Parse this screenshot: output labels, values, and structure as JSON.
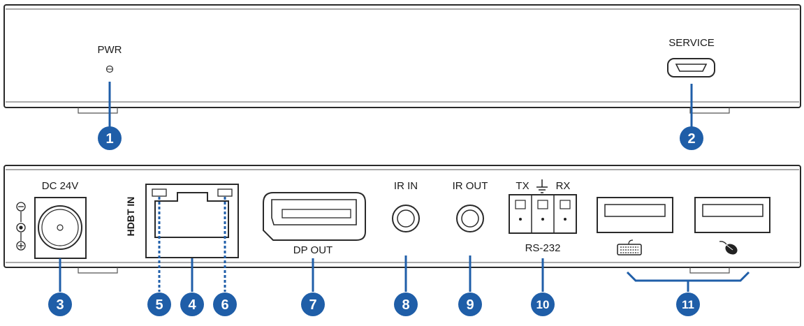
{
  "front_panel": {
    "pwr_label": "PWR",
    "service_label": "SERVICE"
  },
  "rear_panel": {
    "dc_label": "DC 24V",
    "hdbt_label": "HDBT IN",
    "dp_label": "DP OUT",
    "ir_in_label": "IR IN",
    "ir_out_label": "IR OUT",
    "tx_label": "TX",
    "rx_label": "RX",
    "rs232_label": "RS-232"
  },
  "callouts": [
    "1",
    "2",
    "3",
    "4",
    "5",
    "6",
    "7",
    "8",
    "9",
    "10",
    "11"
  ],
  "colors": {
    "callout": "#1f5ea8",
    "outline": "#2a2a2a",
    "panel": "#ffffff"
  },
  "icons": [
    "led-icon",
    "micro-usb-icon",
    "dc-polarity-icon",
    "ground-icon",
    "keyboard-icon",
    "mouse-icon"
  ]
}
